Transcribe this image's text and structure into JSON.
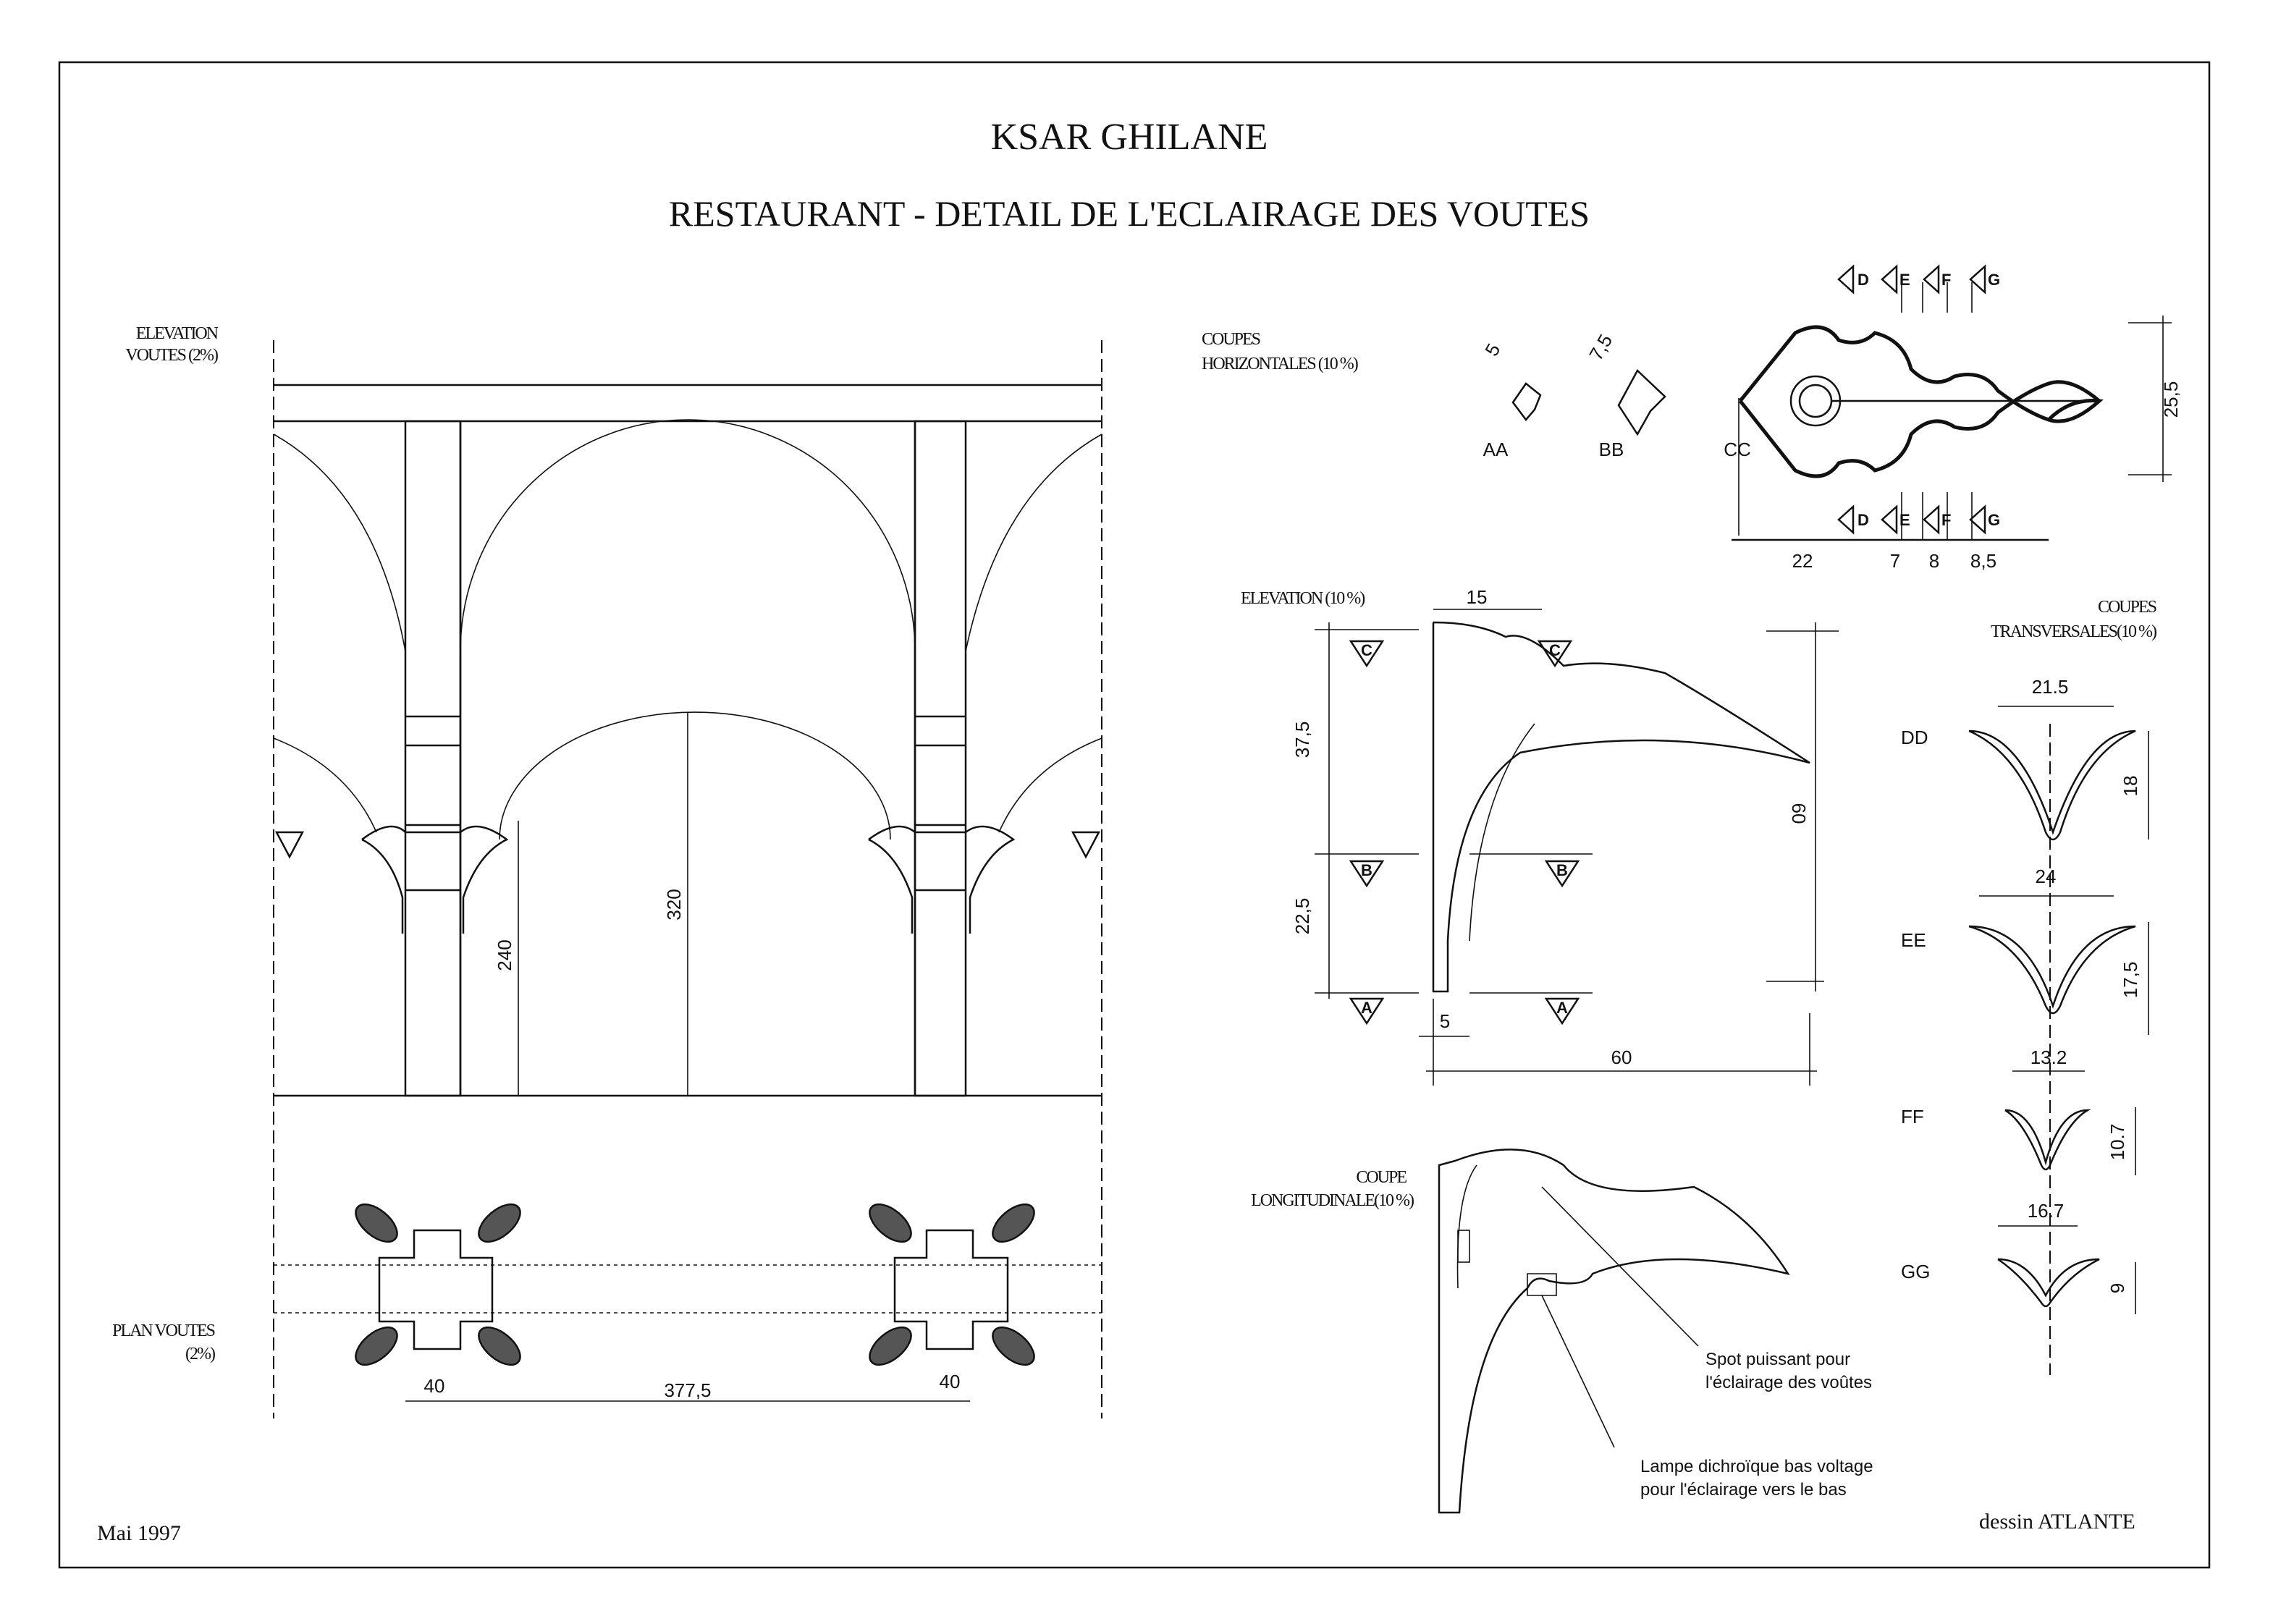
{
  "title": "KSAR GHILANE",
  "subtitle": "RESTAURANT - DETAIL DE L'ECLAIRAGE DES VOUTES",
  "left": {
    "elevation_label": [
      "ELEVATION",
      "VOUTES (2%)"
    ],
    "plan_label": [
      "PLAN VOUTES",
      "(2%)"
    ],
    "dims": {
      "h320": "320",
      "h240": "240",
      "w40a": "40",
      "span": "377,5",
      "w40b": "40"
    },
    "date": "Mai 1997"
  },
  "horizontal_sections": {
    "label": [
      "COUPES",
      "HORIZONTALES (10 %)"
    ],
    "sections": [
      "AA",
      "BB",
      "CC"
    ],
    "dims": {
      "aa": "5",
      "bb": "7,5",
      "height": "25,5",
      "d1": "22",
      "d2": "7",
      "d3": "8",
      "d4": "8,5"
    },
    "markers": [
      "D",
      "E",
      "F",
      "G"
    ]
  },
  "elevation": {
    "label": "ELEVATION (10 %)",
    "dims": {
      "top": "15",
      "upper": "37,5",
      "lower": "22,5",
      "height": "60",
      "base": "5",
      "width": "60"
    },
    "markers": [
      "C",
      "B",
      "A"
    ]
  },
  "transverse_sections": {
    "label": [
      "COUPES",
      "TRANSVERSALES(10 %)"
    ],
    "items": [
      {
        "name": "DD",
        "width": "21.5",
        "height": "18"
      },
      {
        "name": "EE",
        "width": "24",
        "height": "17,5"
      },
      {
        "name": "FF",
        "width": "13.2",
        "height": "10.7"
      },
      {
        "name": "GG",
        "width": "16.7",
        "height": "9"
      }
    ]
  },
  "longitudinal": {
    "label": [
      "COUPE",
      "LONGITUDINALE(10 %)"
    ],
    "note_spot": [
      "Spot puissant pour",
      "l'éclairage des voûtes"
    ],
    "note_lamp": [
      "Lampe dichroïque bas voltage",
      "pour l'éclairage vers le bas"
    ]
  },
  "credit": "dessin  ATLANTE"
}
